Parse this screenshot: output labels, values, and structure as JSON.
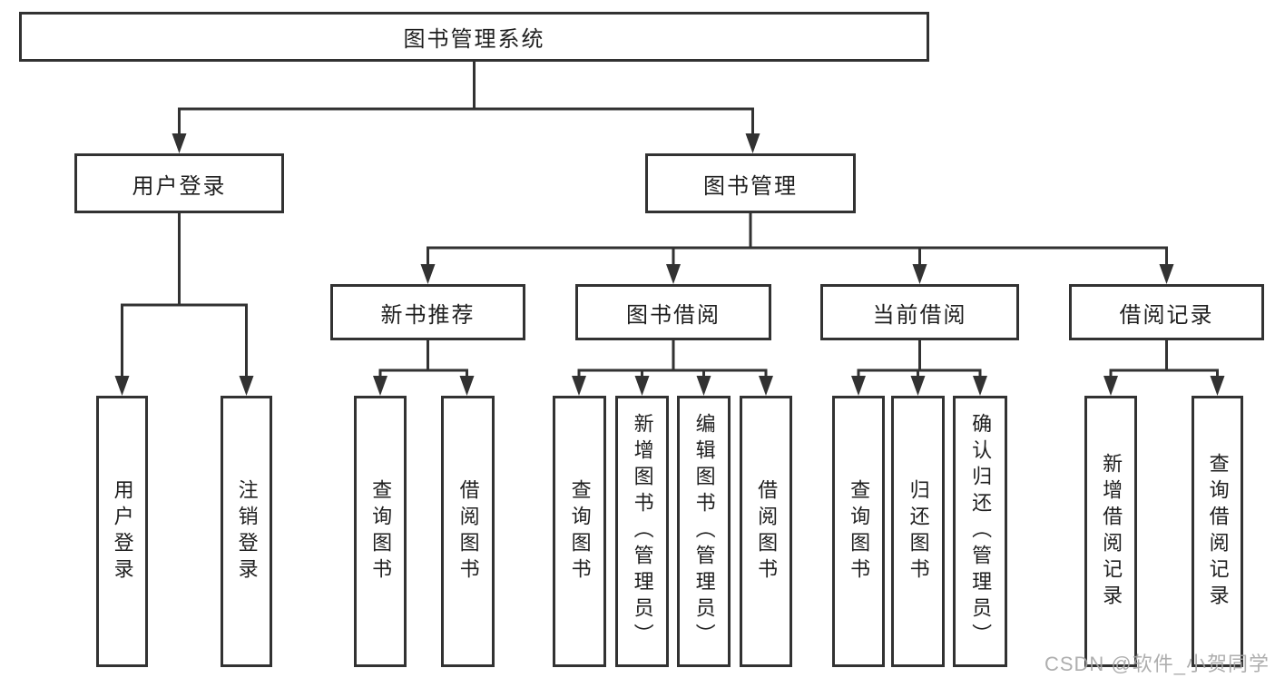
{
  "org_chart": {
    "root": {
      "label": "图书管理系统"
    },
    "level2": [
      {
        "label": "用户登录",
        "children": [
          {
            "label": "用户登录"
          },
          {
            "label": "注销登录"
          }
        ]
      },
      {
        "label": "图书管理",
        "children": [
          {
            "label": "新书推荐",
            "children": [
              {
                "label": "查询图书"
              },
              {
                "label": "借阅图书"
              }
            ]
          },
          {
            "label": "图书借阅",
            "children": [
              {
                "label": "查询图书"
              },
              {
                "label": "新增图书（管理员）"
              },
              {
                "label": "编辑图书（管理员）"
              },
              {
                "label": "借阅图书"
              }
            ]
          },
          {
            "label": "当前借阅",
            "children": [
              {
                "label": "查询图书"
              },
              {
                "label": "归还图书"
              },
              {
                "label": "确认归还（管理员）"
              }
            ]
          },
          {
            "label": "借阅记录",
            "children": [
              {
                "label": "新增借阅记录"
              },
              {
                "label": "查询借阅记录"
              }
            ]
          }
        ]
      }
    ]
  },
  "watermark": "CSDN @软件_小贺同学",
  "colors": {
    "line": "#323232",
    "text": "#1f1f1f",
    "watermark": "#a6a6a6",
    "background": "#ffffff"
  }
}
